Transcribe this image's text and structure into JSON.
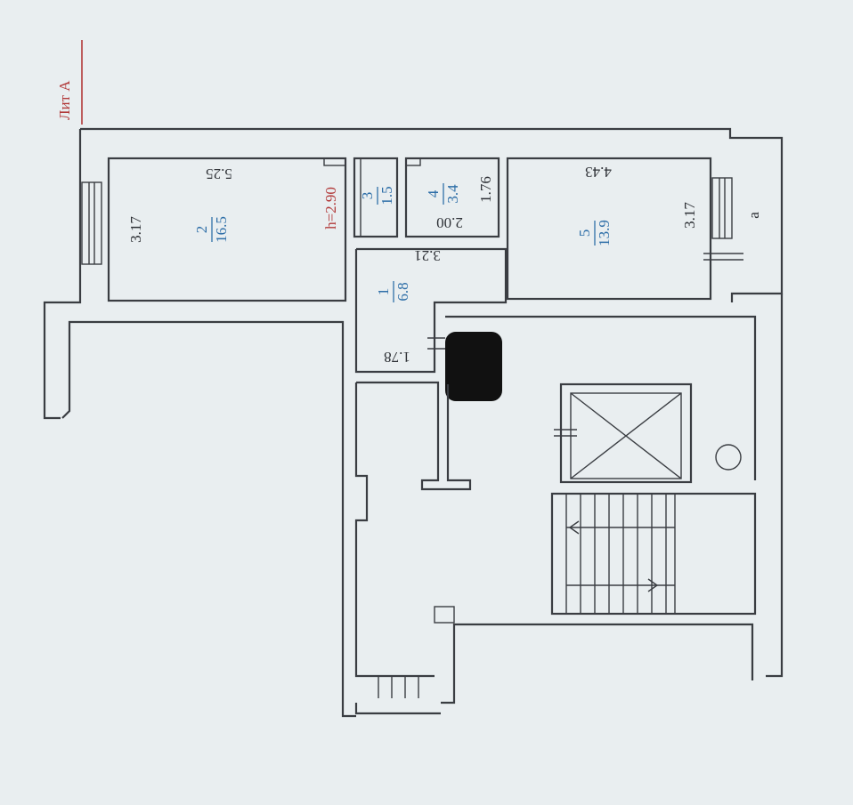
{
  "plan": {
    "lit_label": "Лит А",
    "ceiling_height": "h=2.90",
    "corner_mark": "a",
    "rooms": [
      {
        "number": "1",
        "area": "6.8"
      },
      {
        "number": "2",
        "area": "16.5"
      },
      {
        "number": "3",
        "area": "1.5"
      },
      {
        "number": "4",
        "area": "3.4"
      },
      {
        "number": "5",
        "area": "13.9"
      }
    ],
    "dimensions": {
      "room2_width": "5.25",
      "room2_depth": "3.17",
      "room4_depth": "1.76",
      "room4_width": "2.00",
      "room5_width": "4.43",
      "room5_depth": "3.17",
      "hall_width": "3.21",
      "hall_length": "1.78"
    },
    "colors": {
      "background": "#e9eef0",
      "lines": "#3a3d42",
      "room_labels": "#2f6fa8",
      "accent_red": "#b23a3a",
      "redaction": "#111111"
    }
  }
}
